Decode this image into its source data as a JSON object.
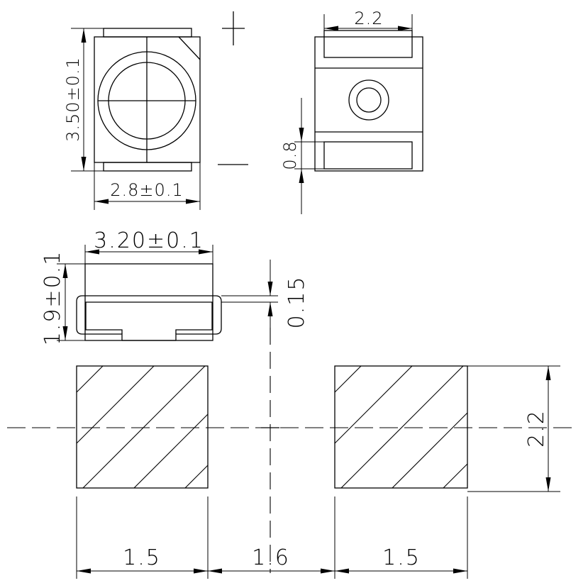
{
  "dimensions": {
    "body_length_top": "3.50±0.1",
    "body_width_top": "2.8±0.1",
    "pad_width_bottom": "2.2",
    "pad_length_bottom": "0.8",
    "side_length": "3.20±0.1",
    "side_height": "1.9±0.1",
    "terminal_thickness": "0.15",
    "land_height": "2.2",
    "land_width_left": "1.5",
    "land_gap": "1.6",
    "land_width_right": "1.5"
  }
}
